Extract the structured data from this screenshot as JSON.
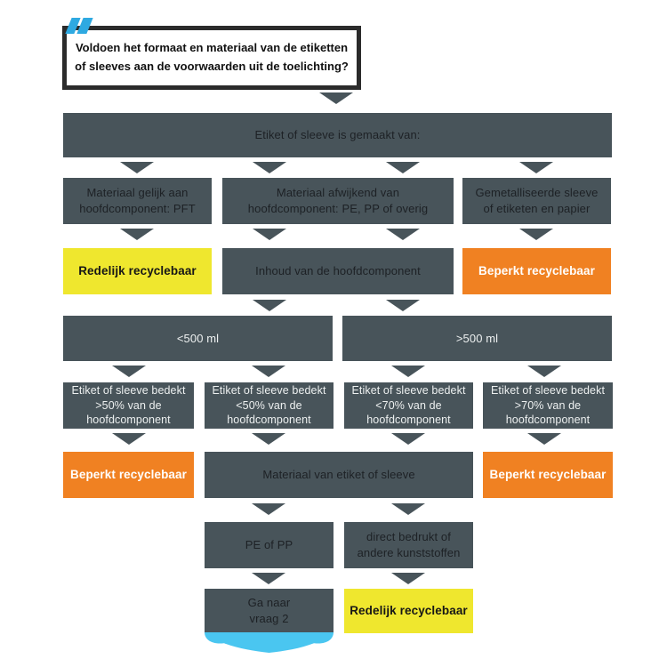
{
  "title": "Recyclebaarheid etiketten en sleeves beslisboom",
  "palette": {
    "slate": "#48545a",
    "yellow": "#efe72e",
    "orange": "#f08122",
    "icon_blue": "#2ea9e1",
    "ribbon_blue": "#4ac6f0",
    "question_border": "#2b2b2b",
    "text_dark": "#1d2125",
    "text_light": "#edf0f0",
    "text_black": "#161616",
    "text_white": "#ffffff"
  },
  "icons": {
    "marker": "double-slash-icon",
    "arrow": "arrow-down-icon",
    "ribbon": "curved-ribbon-shape"
  },
  "question": {
    "label": "Voldoen het formaat en materiaal van de etiketten\nof sleeves aan de voorwaarden uit de toelichting?"
  },
  "nodes": [
    {
      "id": "gemaakt-van",
      "label": "Etiket of sleeve is gemaakt van:",
      "bg": "#48545a",
      "fg": "#1d2125"
    },
    {
      "id": "materiaal-gelijk",
      "label": "Materiaal gelijk aan\nhoofdcomponent: PFT",
      "bg": "#48545a",
      "fg": "#1d2125"
    },
    {
      "id": "materiaal-afwijkend",
      "label": "Materiaal afwijkend van\nhoofdcomponent: PE, PP of overig",
      "bg": "#48545a",
      "fg": "#1d2125"
    },
    {
      "id": "gemetalliseerd",
      "label": "Gemetalliseerde sleeve\nof etiketen en papier",
      "bg": "#48545a",
      "fg": "#1d2125"
    },
    {
      "id": "redelijk-1",
      "label": "Redelijk recyclebaar",
      "bg": "#efe72e",
      "fg": "#161616"
    },
    {
      "id": "inhoud",
      "label": "Inhoud van de hoofdcomponent",
      "bg": "#48545a",
      "fg": "#1d2125"
    },
    {
      "id": "beperkt-1",
      "label": "Beperkt recyclebaar",
      "bg": "#f08122",
      "fg": "#ffffff"
    },
    {
      "id": "kleiner-500",
      "label": "<500 ml",
      "bg": "#48545a",
      "fg": "#edf0f0"
    },
    {
      "id": "groter-500",
      "label": ">500 ml",
      "bg": "#48545a",
      "fg": "#edf0f0"
    },
    {
      "id": "bedekt-gt50",
      "label": "Etiket of sleeve bedekt\n>50% van de\nhoofdcomponent",
      "bg": "#48545a",
      "fg": "#edf0f0"
    },
    {
      "id": "bedekt-lt50",
      "label": "Etiket of sleeve bedekt\n<50% van de\nhoofdcomponent",
      "bg": "#48545a",
      "fg": "#edf0f0"
    },
    {
      "id": "bedekt-lt70",
      "label": "Etiket of sleeve bedekt\n<70% van de\nhoofdcomponent",
      "bg": "#48545a",
      "fg": "#edf0f0"
    },
    {
      "id": "bedekt-gt70",
      "label": "Etiket of sleeve bedekt\n>70% van de\nhoofdcomponent",
      "bg": "#48545a",
      "fg": "#edf0f0"
    },
    {
      "id": "beperkt-2",
      "label": "Beperkt recyclebaar",
      "bg": "#f08122",
      "fg": "#ffffff"
    },
    {
      "id": "materiaal-etiket",
      "label": "Materiaal van etiket of sleeve",
      "bg": "#48545a",
      "fg": "#1d2125"
    },
    {
      "id": "beperkt-3",
      "label": "Beperkt recyclebaar",
      "bg": "#f08122",
      "fg": "#ffffff"
    },
    {
      "id": "pe-of-pp",
      "label": "PE of PP",
      "bg": "#48545a",
      "fg": "#1d2125"
    },
    {
      "id": "direct-bedrukt",
      "label": "direct bedrukt of\nandere kunststoffen",
      "bg": "#48545a",
      "fg": "#1d2125"
    },
    {
      "id": "ga-naar-vraag-2",
      "label": "Ga naar\nvraag 2",
      "bg": "#48545a",
      "fg": "#1d2125"
    },
    {
      "id": "redelijk-2",
      "label": "Redelijk recyclebaar",
      "bg": "#efe72e",
      "fg": "#161616"
    }
  ]
}
